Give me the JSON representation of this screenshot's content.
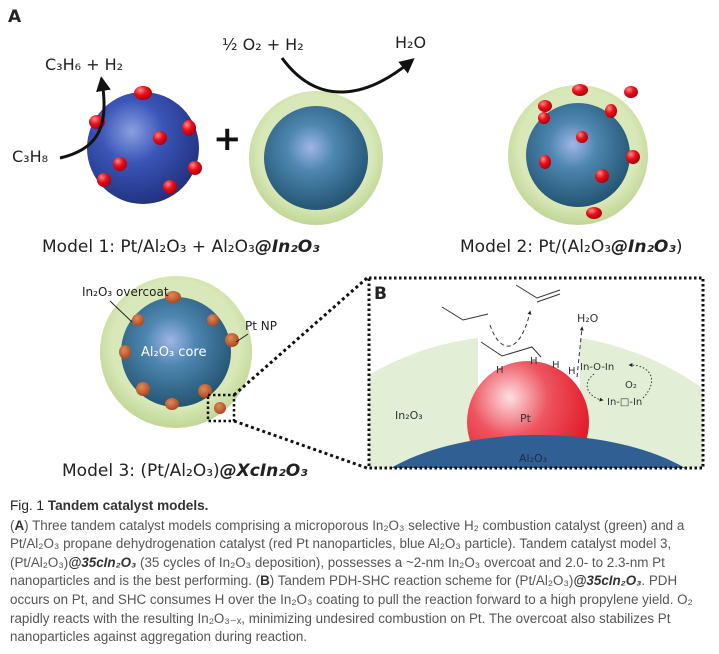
{
  "panel_a": {
    "label": "A",
    "model1": {
      "reactant": "C₃H₈",
      "products": "C₃H₆ + H₂",
      "label_prefix": "Model 1: Pt/Al₂O₃ + Al₂O₃",
      "label_suffix": "@In₂O₃"
    },
    "plus": "+",
    "combustion_reactants": "½ O₂ + H₂",
    "combustion_product": "H₂O",
    "model2": {
      "label_prefix": "Model 2: Pt/(Al₂O₃",
      "label_suffix": "@In₂O₃",
      "label_end": ")"
    },
    "model3": {
      "overcoat_label": "In₂O₃ overcoat",
      "core_label": "Al₂O₃ core",
      "np_label": "Pt NP",
      "label_prefix": "Model 3: (Pt/Al₂O₃)",
      "label_suffix": "@XcIn₂O₃"
    }
  },
  "panel_b": {
    "label": "B",
    "in2o3": "In₂O₃",
    "pt": "Pt",
    "al2o3": "Al₂O₃",
    "h": "H",
    "h2o": "H₂O",
    "in_o_in": "In-O-In",
    "o2": "O₂",
    "in_vac_in": "In-□-In"
  },
  "caption": {
    "fig_no": "Fig. 1",
    "title": "Tandem catalyst models.",
    "a": "A",
    "text1": ") Three tandem catalyst models comprising a microporous In₂O₃ selective H₂ combustion catalyst (green) and a Pt/Al₂O₃ propane dehydrogenation catalyst (red Pt nanoparticles, blue Al₂O₃ particle). Tandem catalyst model 3, (Pt/Al₂O₃)",
    "bi1": "@35cIn₂O₃",
    "text2": " (35 cycles of In₂O₃ deposition), possesses a ~2-nm In₂O₃ overcoat and 2.0- to 2.3-nm Pt nanoparticles and is the best performing. (",
    "b": "B",
    "text3": ") Tandem PDH-SHC reaction scheme for (Pt/Al₂O₃)",
    "bi2": "@35cIn₂O₃",
    "text4": ". PDH occurs on Pt, and SHC consumes H over the In₂O₃ coating to pull the reaction forward to a high propylene yield. O₂ rapidly reacts with the resulting In₂O₃₋ₓ, minimizing undesired combustion on Pt. The overcoat also stabilizes Pt nanoparticles against aggregation during reaction."
  }
}
